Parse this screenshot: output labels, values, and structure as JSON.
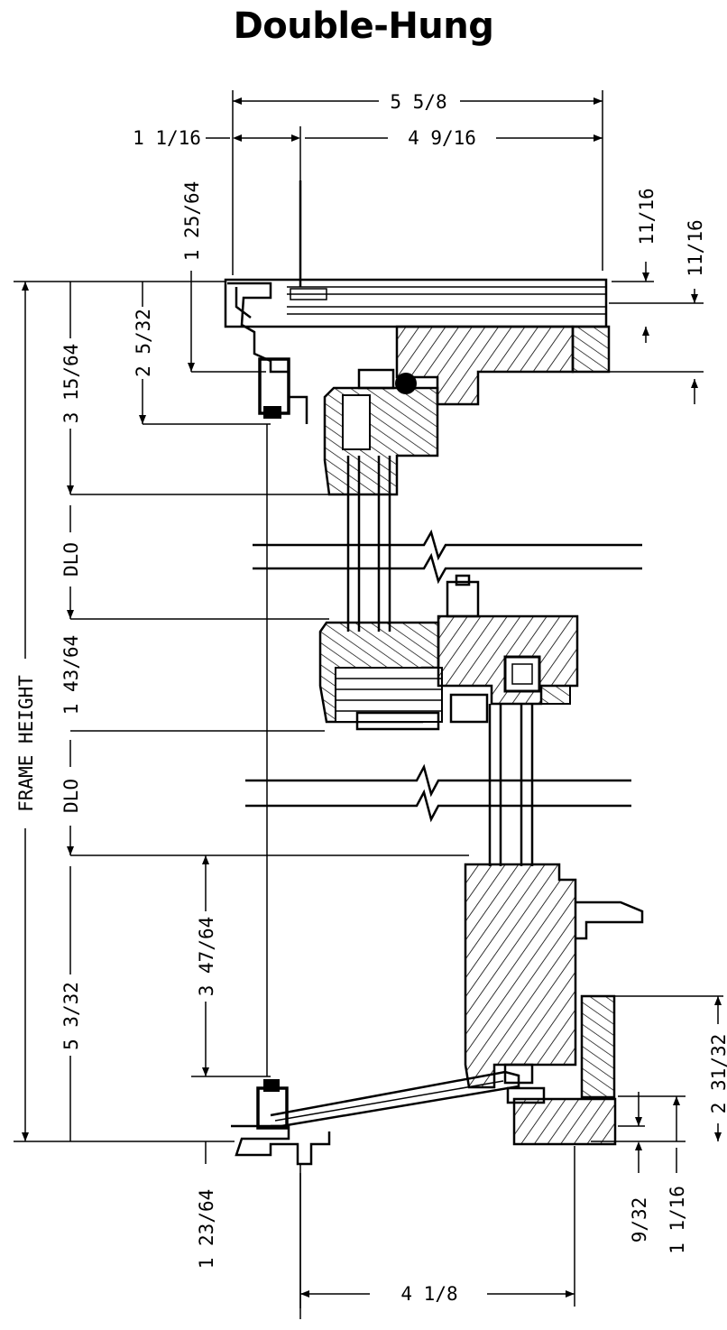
{
  "title": "Double-Hung",
  "dimensions": {
    "overall_depth": "5 5/8",
    "left_offset": "1 1/16",
    "inner_depth": "4 9/16",
    "top_projection": "1 25/64",
    "head_a": "2 5/32",
    "head_b": "3 15/64",
    "dlo_upper": "DLO",
    "meeting_rail": "1 43/64",
    "dlo_lower": "DLO",
    "sill_b": "3 47/64",
    "sill_a": "5 3/32",
    "frame_height": "FRAME HEIGHT",
    "bottom_projection": "1 23/64",
    "bottom_depth": "4 1/8",
    "right_top_a": "11/16",
    "right_top_b": "11/16",
    "right_sill": "2 31/32",
    "right_bottom_a": "9/32",
    "right_bottom_b": "1 1/16"
  }
}
